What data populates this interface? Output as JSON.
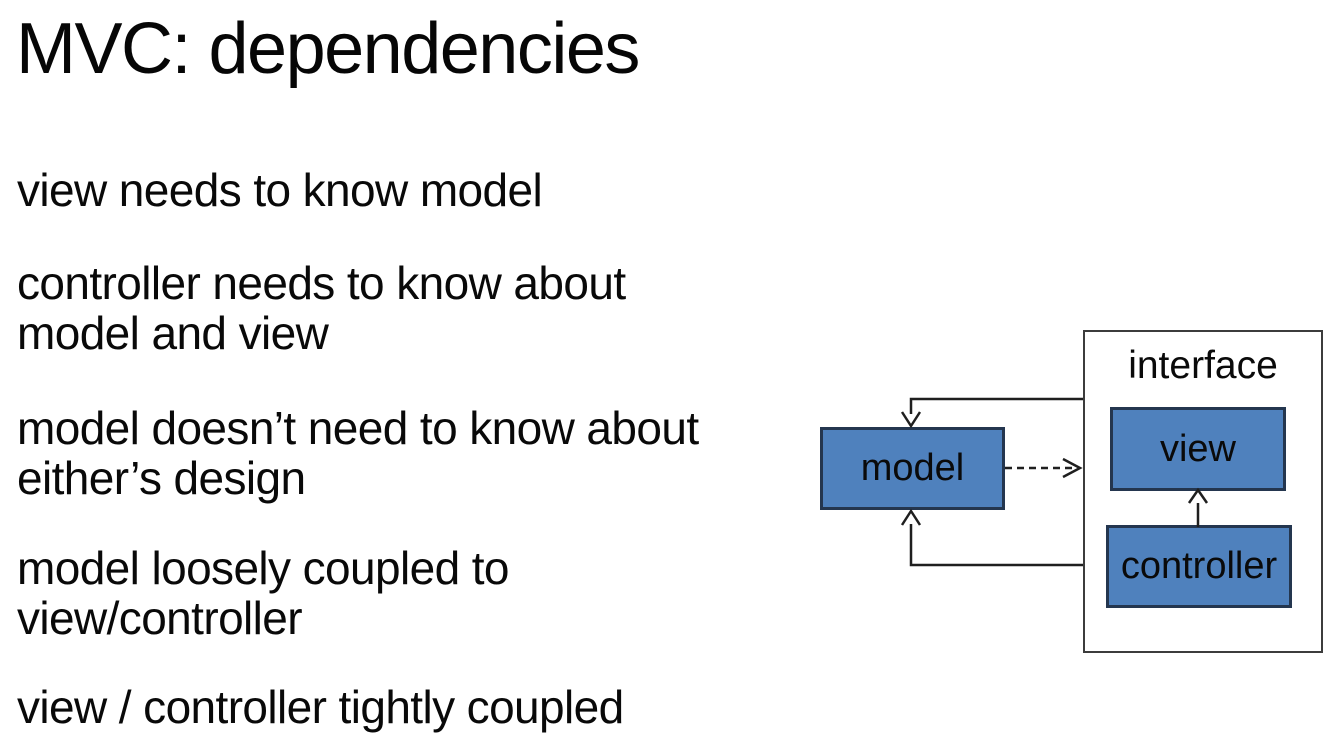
{
  "slide": {
    "title": "MVC: dependencies",
    "paragraphs": [
      {
        "lines": [
          "view needs to know model"
        ]
      },
      {
        "lines": [
          "controller needs to know about",
          "model and view"
        ]
      },
      {
        "lines": [
          "model doesn’t need to know about",
          "either’s design"
        ]
      },
      {
        "lines": [
          "model loosely coupled to",
          "view/controller"
        ]
      },
      {
        "lines": [
          "view / controller tightly coupled"
        ]
      }
    ]
  },
  "diagram": {
    "boxes": {
      "interface": {
        "label": "interface"
      },
      "view": {
        "label": "view"
      },
      "controller": {
        "label": "controller"
      },
      "model": {
        "label": "model"
      }
    },
    "arrows": [
      {
        "from": "interface",
        "to": "model-top",
        "style": "solid"
      },
      {
        "from": "interface",
        "to": "model-bottom",
        "style": "solid"
      },
      {
        "from": "model",
        "to": "interface",
        "style": "dashed"
      },
      {
        "from": "controller",
        "to": "view",
        "style": "solid"
      }
    ],
    "colors": {
      "box_fill": "#4F81BD",
      "box_border": "#24364F",
      "interface_border": "#3C3C3C",
      "line": "#1F1F1F",
      "text": "#000000",
      "background": "#FFFFFF"
    }
  }
}
